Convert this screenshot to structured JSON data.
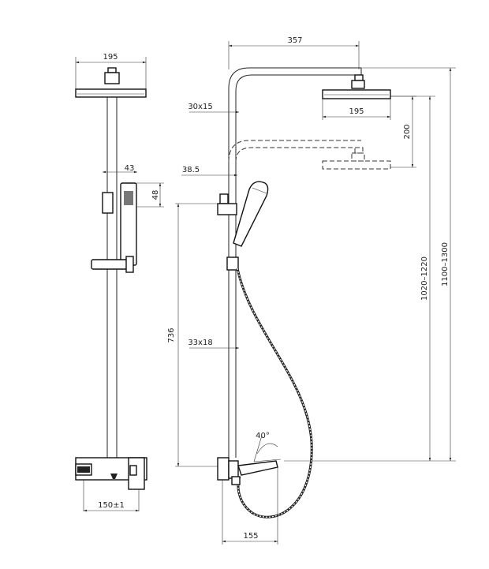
{
  "dimensions": {
    "front_head_width": "195",
    "handset_offset": "43",
    "handset_height": "48",
    "front_base_width": "150±1",
    "arm_length": "357",
    "upper_tube": "30x15",
    "side_head_width": "195",
    "height_adjust": "200",
    "bracket_depth": "38.5",
    "valve_to_holder": "736",
    "lower_tube": "33x18",
    "angle": "40°",
    "valve_projection": "155",
    "head_height_range": "1020–1220",
    "total_height_range": "1100–1300"
  },
  "colors": {
    "line": "#222222",
    "background": "#ffffff"
  }
}
